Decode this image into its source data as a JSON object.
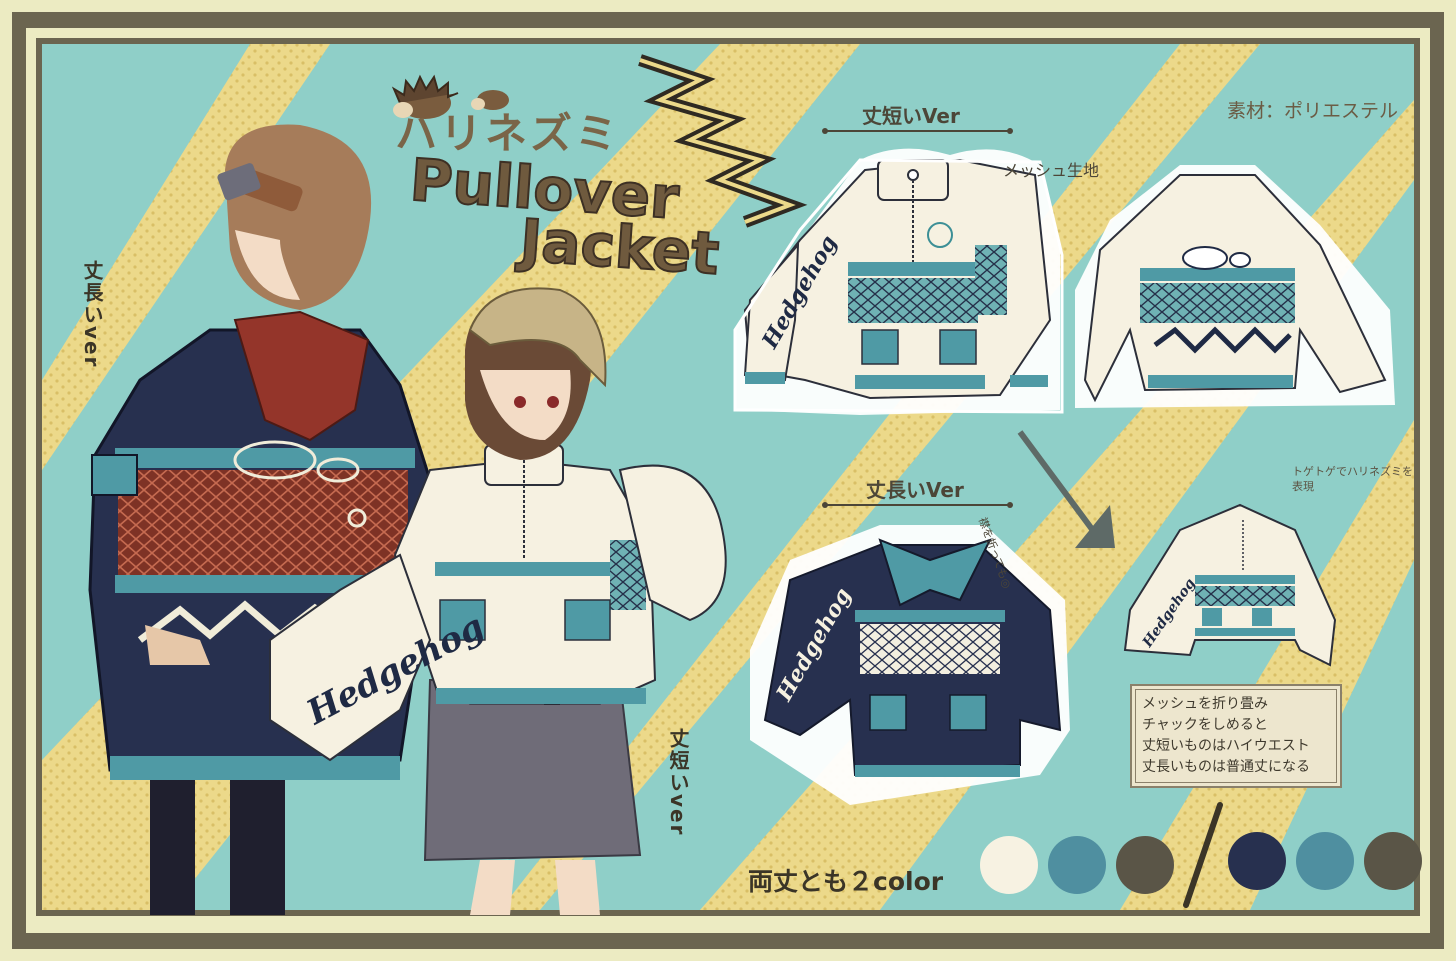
{
  "title": {
    "japanese": "ハリネズミ",
    "line1": "Pullover",
    "line2": "Jacket"
  },
  "material": "素材：ポリエステル",
  "views": {
    "short_header": "丈短いVer",
    "long_header": "丈長いVer",
    "mesh_label": "メッシュ生地",
    "fold_label": "襟を折っても◎",
    "spike_note": "トゲトゲでハリネズミを表現"
  },
  "characters": {
    "long_label": "丈長いver",
    "short_label": "丈短いver",
    "sleeve_text": "Hedgehog"
  },
  "note_box": {
    "lines": [
      "メッシュを折り畳み",
      "チャックをしめると",
      "丈短いものはハイウエスト",
      "丈長いものは普通丈になる"
    ]
  },
  "colors": {
    "label": "両丈とも２color",
    "short_version": [
      "#f7f2e2",
      "#4f8fa0",
      "#5a5547"
    ],
    "long_version": [
      "#27304f",
      "#4f8fa0",
      "#5a5547"
    ]
  },
  "palette": {
    "background_yellow": "#ecd98a",
    "stripe_teal": "#8fcfc8",
    "frame_olive": "#6b6550",
    "frame_cream": "#ecebc2",
    "jacket_navy": "#27304f",
    "jacket_cream": "#f6f1e1",
    "trim_teal": "#4f9aa5",
    "mesh_red": "#8a3a2c"
  }
}
